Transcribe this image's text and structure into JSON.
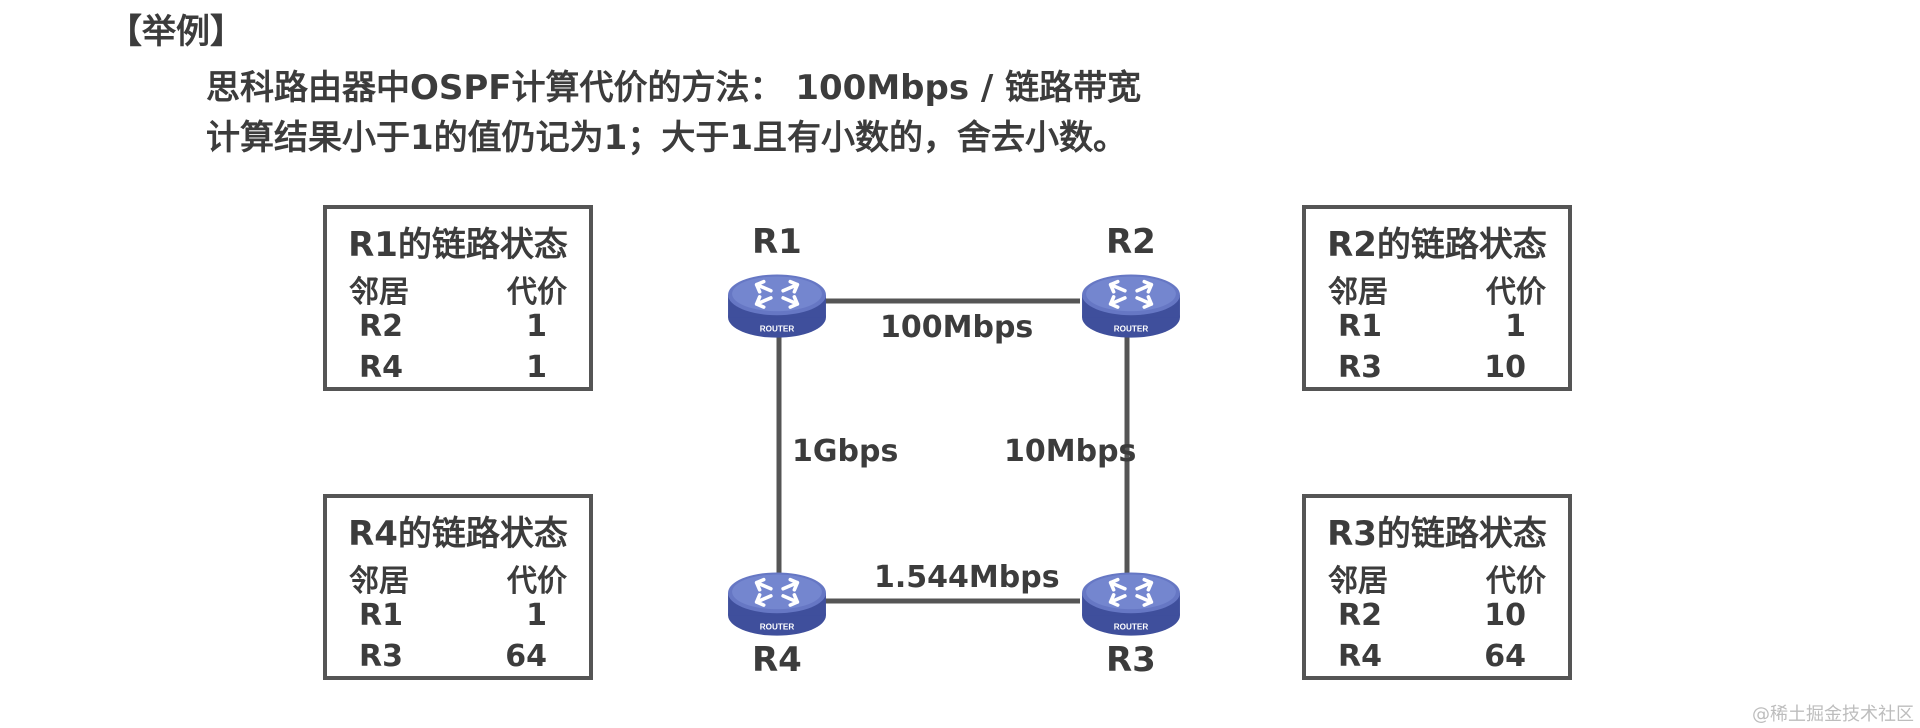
{
  "heading": "【举例】",
  "description": {
    "line1": "思科路由器中OSPF计算代价的方法： 100Mbps / 链路带宽",
    "line2": "计算结果小于1的值仍记为1；大于1且有小数的，舍去小数。"
  },
  "routers": {
    "r1": {
      "name": "R1",
      "badge": "ROUTER"
    },
    "r2": {
      "name": "R2",
      "badge": "ROUTER"
    },
    "r3": {
      "name": "R3",
      "badge": "ROUTER"
    },
    "r4": {
      "name": "R4",
      "badge": "ROUTER"
    }
  },
  "links": {
    "r1_r2": "100Mbps",
    "r1_r4": "1Gbps",
    "r2_r3": "10Mbps",
    "r4_r3": "1.544Mbps"
  },
  "tables": {
    "r1": {
      "title": "R1的链路状态",
      "col_neighbor": "邻居",
      "col_cost": "代价",
      "rows": [
        {
          "neighbor": "R2",
          "cost": "1"
        },
        {
          "neighbor": "R4",
          "cost": "1"
        }
      ]
    },
    "r2": {
      "title": "R2的链路状态",
      "col_neighbor": "邻居",
      "col_cost": "代价",
      "rows": [
        {
          "neighbor": "R1",
          "cost": "1"
        },
        {
          "neighbor": "R3",
          "cost": "10"
        }
      ]
    },
    "r4": {
      "title": "R4的链路状态",
      "col_neighbor": "邻居",
      "col_cost": "代价",
      "rows": [
        {
          "neighbor": "R1",
          "cost": "1"
        },
        {
          "neighbor": "R3",
          "cost": "64"
        }
      ]
    },
    "r3": {
      "title": "R3的链路状态",
      "col_neighbor": "邻居",
      "col_cost": "代价",
      "rows": [
        {
          "neighbor": "R2",
          "cost": "10"
        },
        {
          "neighbor": "R4",
          "cost": "64"
        }
      ]
    }
  },
  "colors": {
    "router_body": "#4a5aa8",
    "router_top": "#6b7dc9",
    "line": "#555555",
    "text": "#3c3c3c"
  },
  "watermark": "@稀土掘金技术社区"
}
